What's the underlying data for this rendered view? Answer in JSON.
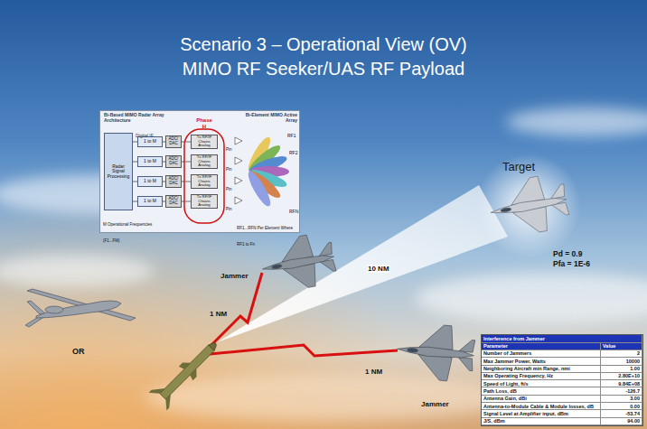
{
  "diagram": {
    "title": "Scenario 3 – Operational View (OV)",
    "nodes": [
      {
        "text": [
          "Bi-Based MIMO Radar Array Architecture",
          "Bi-Element MIMO Active Array"
        ]
      },
      {
        "text": [
          "Radar Signal Processing"
        ],
        "in": 0
      },
      {
        "text": [
          "1 to M"
        ],
        "in": 0
      },
      {
        "text": [
          "1 to M"
        ],
        "in": 0
      },
      {
        "text": [
          "1 to M"
        ],
        "in": 0
      },
      {
        "text": [
          "1 to M"
        ],
        "in": 0
      },
      {
        "text": [
          "ADC/ DAC"
        ],
        "in": 0
      },
      {
        "text": [
          "ADC/ DAC"
        ],
        "in": 0
      },
      {
        "text": [
          "ADC/ DAC"
        ],
        "in": 0
      },
      {
        "text": [
          "ADC/ DAC"
        ],
        "in": 0
      },
      {
        "text": [
          "Phase H"
        ],
        "in": 0
      },
      {
        "text": [
          "Tx RF/IF Chains Analog"
        ],
        "in": 10
      },
      {
        "text": [
          "Tx RF/IF Chains Analog"
        ],
        "in": 10
      },
      {
        "text": [
          "Tx RF/IF Chains Analog"
        ],
        "in": 10
      },
      {
        "text": [
          "Tx RF/IF Chains Analog"
        ],
        "in": 10
      }
    ],
    "edges": [
      {
        "from": 1,
        "to": 2,
        "arrow": "none"
      },
      {
        "from": 1,
        "to": 3,
        "arrow": "none"
      },
      {
        "from": 1,
        "to": 4,
        "arrow": "none"
      },
      {
        "from": 1,
        "to": 5,
        "arrow": "none"
      },
      {
        "from": 2,
        "to": 6,
        "arrow": "none"
      },
      {
        "from": 3,
        "to": 7,
        "arrow": "none"
      },
      {
        "from": 4,
        "to": 8,
        "arrow": "none"
      },
      {
        "from": 5,
        "to": 9,
        "arrow": "none"
      },
      {
        "from": 6,
        "to": 11,
        "arrow": "none"
      },
      {
        "from": 7,
        "to": 12,
        "arrow": "none"
      },
      {
        "from": 8,
        "to": 13,
        "arrow": "none"
      },
      {
        "from": 9,
        "to": 14,
        "arrow": "none"
      }
    ],
    "labels": [
      "MIMO RF Seeker/UAS RF Payload",
      "Digital IF",
      "Pin",
      "Pin",
      "Pin",
      "Pin",
      "RF1",
      "RF2",
      "RFN",
      "M Operational Frequencies (F1...FM)",
      "RF1...RFN Per Element Where RF1 to Fn",
      "Target",
      "Pd = 0.9",
      "Pfa = 1E-6",
      "Jammer",
      "10 NM",
      "1 NM",
      "OR",
      "1 NM",
      "Jammer",
      "Interference from Jammer",
      "Parameter",
      "Value",
      "Number of Jammers",
      "2",
      "Max Jammer Power, Watts",
      "10000",
      "Neighboring Aircraft min Range, nmi",
      "1.00",
      "Max Operating Frequency, Hz",
      "2.80E+10",
      "Speed of Light, ft/s",
      "9.84E+08",
      "Path Loss, dB",
      "-126.7",
      "Antenna Gain, dBi",
      "3.00",
      "Antenna-to-Module Cable & Module losses, dB",
      "0.00",
      "Signal Level at Amplifier input, dBm",
      "-53.74",
      "J/S, dBm",
      "94.00"
    ]
  }
}
